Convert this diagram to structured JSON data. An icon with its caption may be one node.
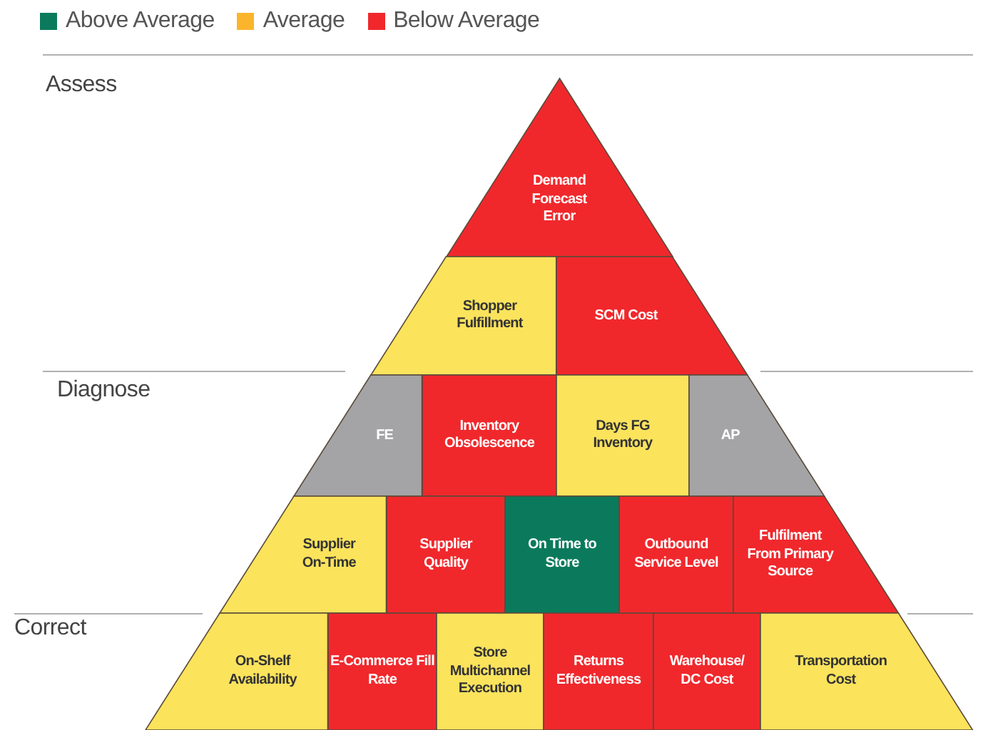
{
  "diagram": {
    "nodes": [
      {
        "text": [
          "Demand Forecast Error"
        ]
      },
      {
        "text": [
          "Shopper Fulfillment"
        ]
      },
      {
        "text": [
          "SCM Cost"
        ]
      },
      {
        "text": [
          "FE"
        ]
      },
      {
        "text": [
          "Inventory Obsolescence"
        ]
      },
      {
        "text": [
          "Days FG Inventory"
        ]
      },
      {
        "text": [
          "AP"
        ]
      },
      {
        "text": [
          "Supplier On-Time"
        ]
      },
      {
        "text": [
          "Supplier Quality"
        ]
      },
      {
        "text": [
          "On Time to Store"
        ]
      },
      {
        "text": [
          "Outbound Service Level"
        ]
      },
      {
        "text": [
          "Fulfilment From Primary Source"
        ]
      },
      {
        "text": [
          "On-Shelf Availability"
        ]
      },
      {
        "text": [
          "E-Commerce Fill Rate"
        ]
      },
      {
        "text": [
          "Store Multichannel Execution"
        ]
      },
      {
        "text": [
          "Returns Effectiveness"
        ]
      },
      {
        "text": [
          "Warehouse/ DC Cost"
        ]
      },
      {
        "text": [
          "Transportation Cost"
        ]
      }
    ],
    "edges": [],
    "labels": [
      "Assess",
      "Diagnose",
      "Correct"
    ],
    "legend": [
      {
        "text": "Above Average",
        "color": "#0b7a5c"
      },
      {
        "text": "Average",
        "color": "#fbb52c"
      },
      {
        "text": "Below Average",
        "color": "#f0282c"
      }
    ]
  }
}
